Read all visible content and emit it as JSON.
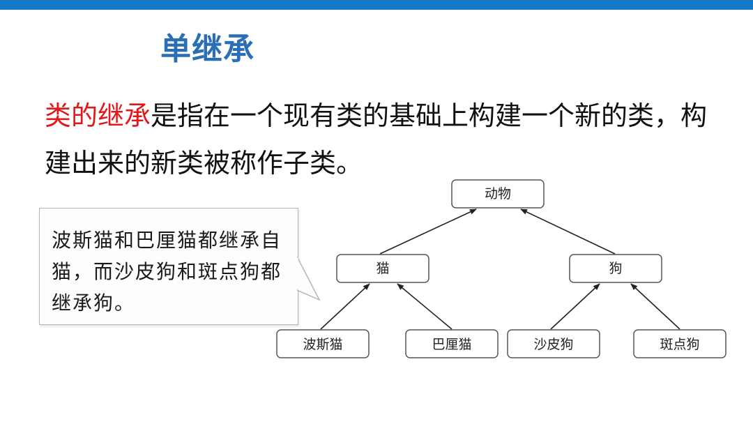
{
  "colors": {
    "top_bar": "#1578c8",
    "title": "#2a6fb6",
    "highlight": "#e0181b"
  },
  "slide": {
    "title": "单继承",
    "definition_highlight": "类的继承",
    "definition_rest": "是指在一个现有类的基础上构建一个新的类，构建出来的新类被称作子类。"
  },
  "callout": {
    "text": "波斯猫和巴厘猫都继承自猫，而沙皮狗和斑点狗都继承狗。"
  },
  "diagram": {
    "nodes": {
      "animal": "动物",
      "cat": "猫",
      "dog": "狗",
      "persian_cat": "波斯猫",
      "balinese_cat": "巴厘猫",
      "shar_pei": "沙皮狗",
      "dalmatian": "斑点狗"
    }
  }
}
